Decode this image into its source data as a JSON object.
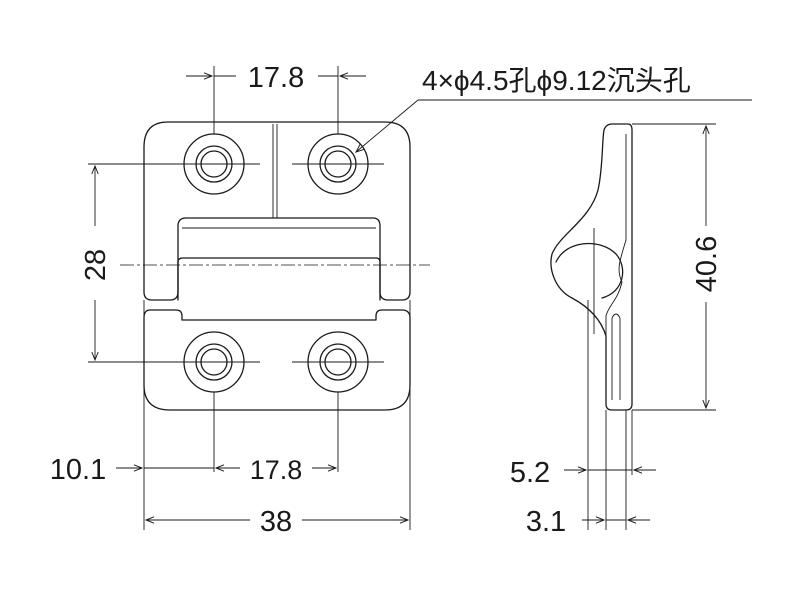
{
  "drawing": {
    "hole_note": "4×ϕ4.5孔ϕ9.12沉头孔",
    "front_view": {
      "dim_hole_pitch_top": "17.8",
      "dim_hole_pitch_bottom": "17.8",
      "dim_height_holes": "28",
      "dim_edge_to_hole": "10.1",
      "dim_overall_width": "38"
    },
    "side_view": {
      "dim_height": "40.6",
      "dim_thickness_outer": "5.2",
      "dim_thickness_plate": "3.1"
    }
  }
}
